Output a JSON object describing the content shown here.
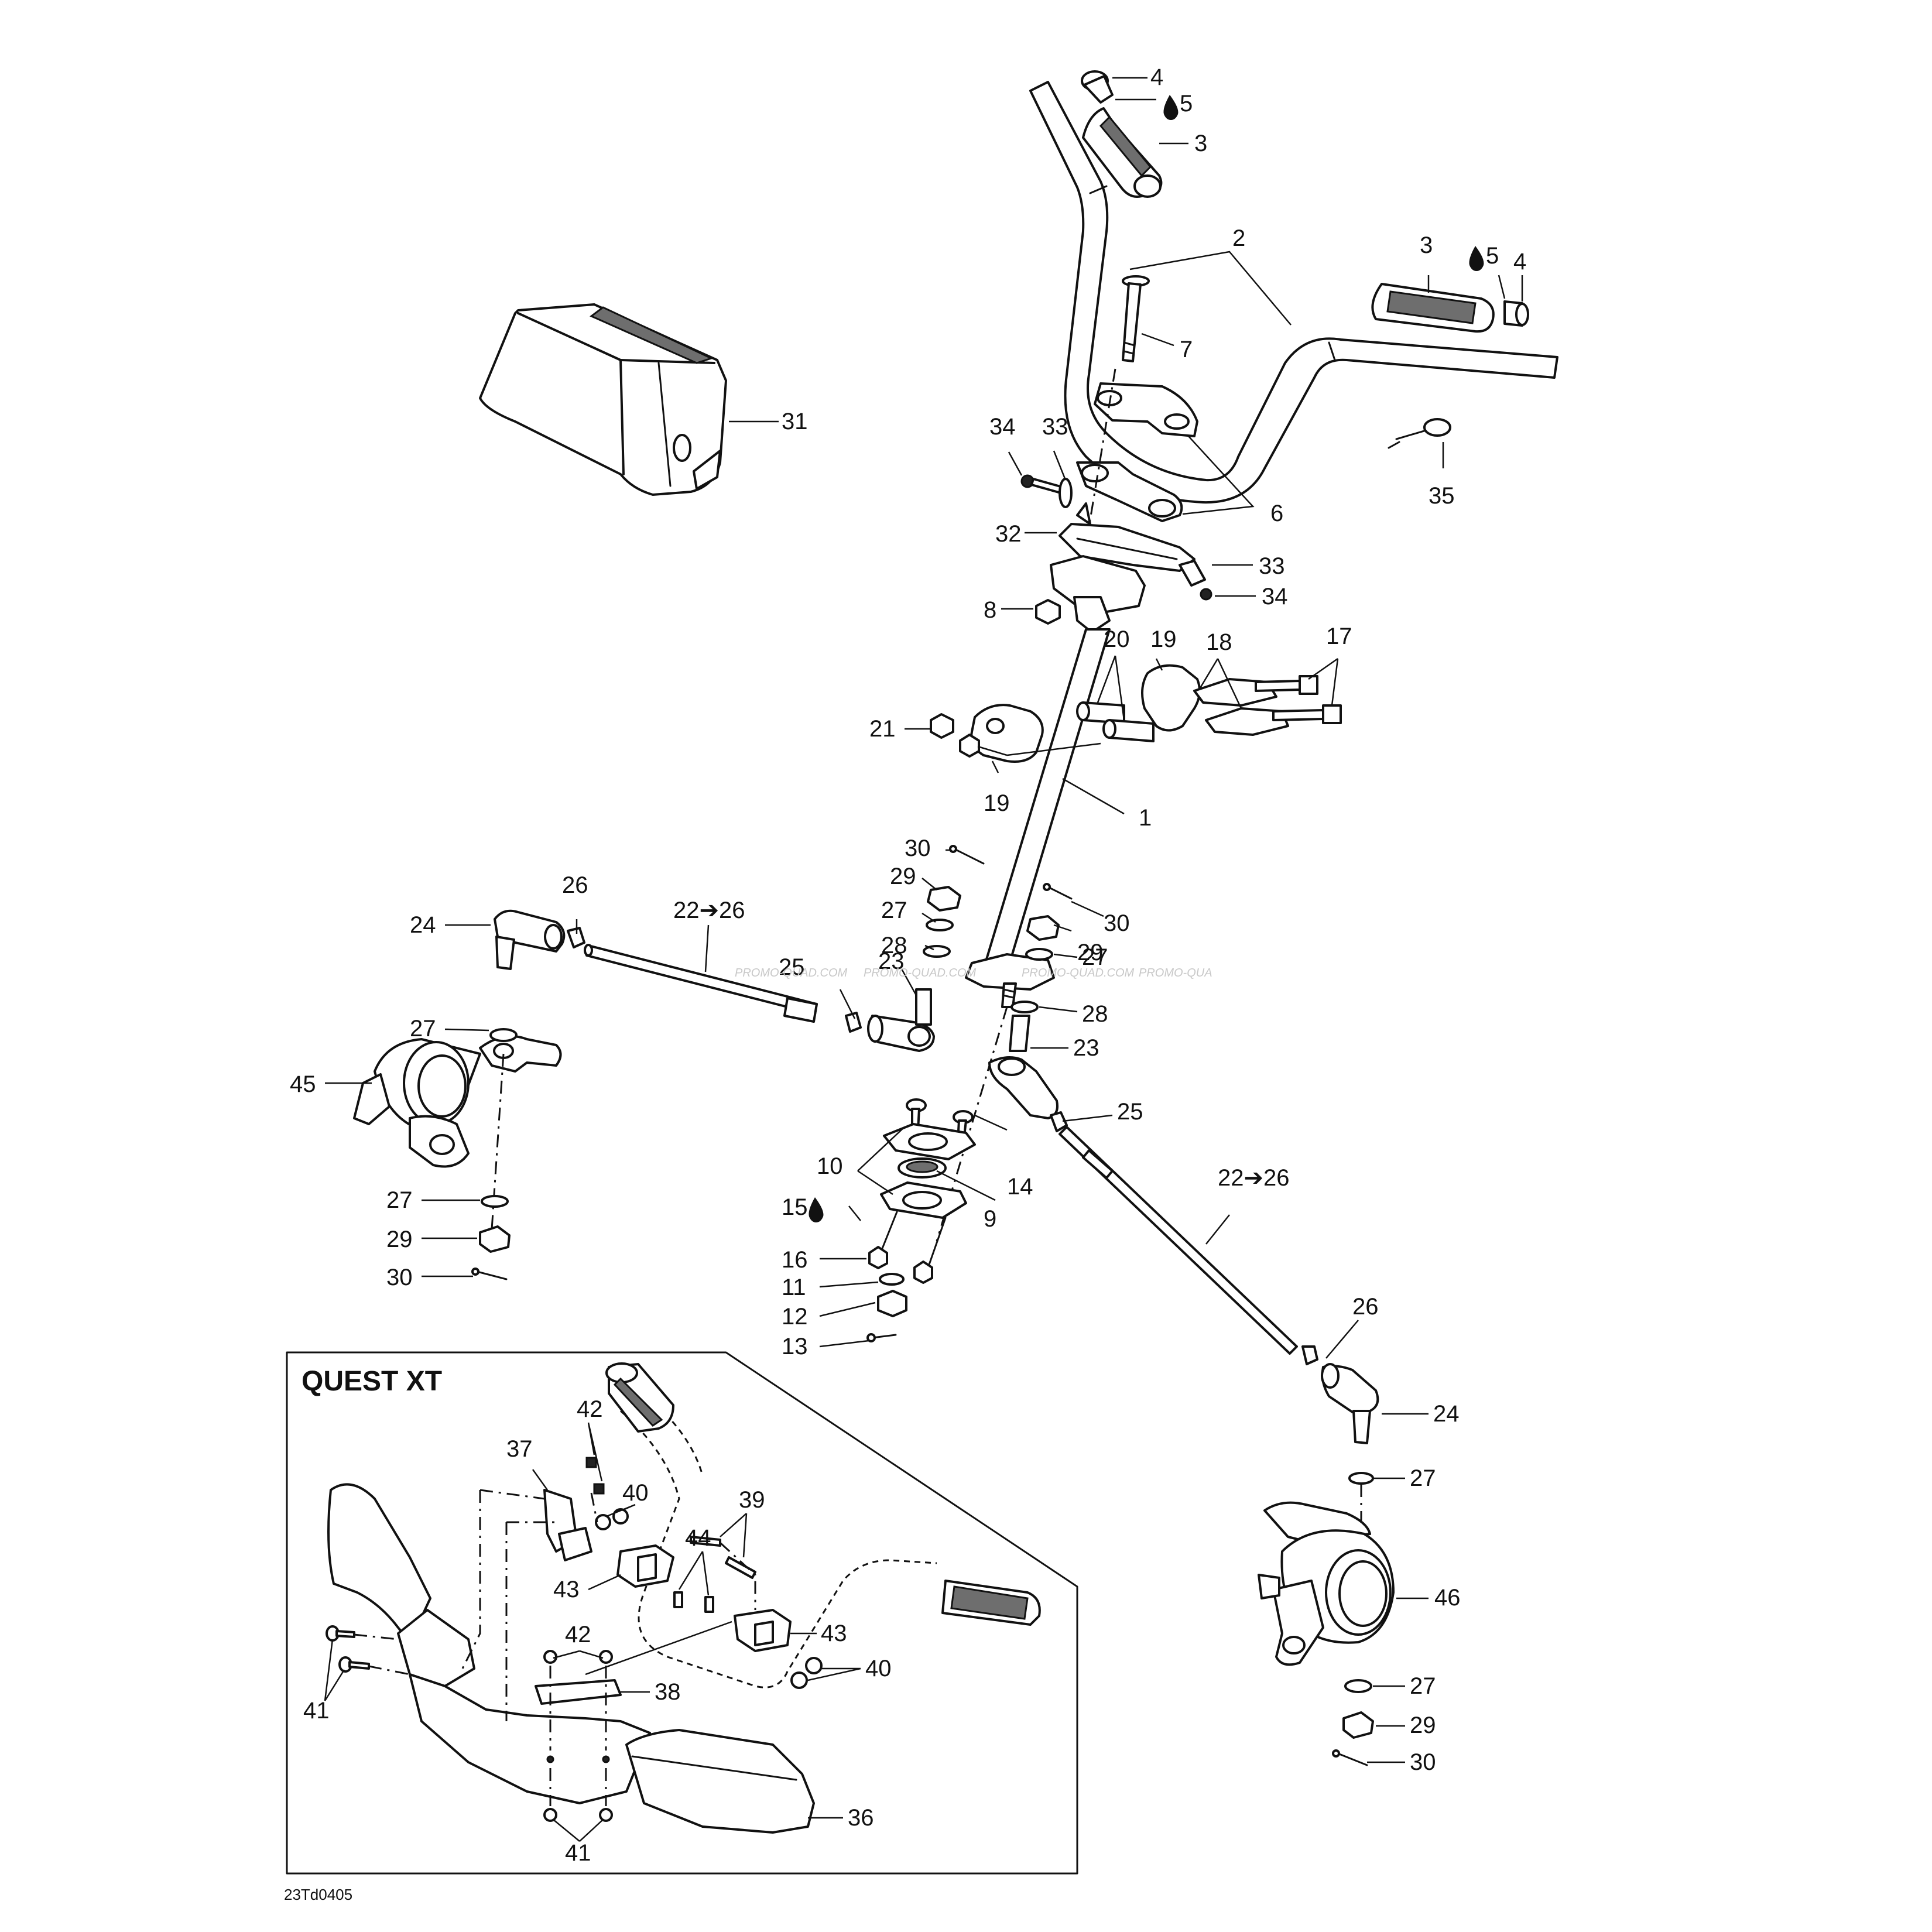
{
  "inset_title": "QUEST XT",
  "diagram_code": "23Td0405",
  "watermarks": [
    "PROMO-QUAD.COM",
    "PROMO-QUAD.COM",
    "PROMO-QUAD.COM",
    "PROMO-QUA"
  ],
  "callouts": [
    {
      "id": "c4a",
      "text": "4"
    },
    {
      "id": "c5a",
      "text": "5"
    },
    {
      "id": "c3a",
      "text": "3"
    },
    {
      "id": "c2",
      "text": "2"
    },
    {
      "id": "c3b",
      "text": "3"
    },
    {
      "id": "c5b",
      "text": "5"
    },
    {
      "id": "c4b",
      "text": "4"
    },
    {
      "id": "c7",
      "text": "7"
    },
    {
      "id": "c31",
      "text": "31"
    },
    {
      "id": "c34a",
      "text": "34"
    },
    {
      "id": "c33a",
      "text": "33"
    },
    {
      "id": "c6",
      "text": "6"
    },
    {
      "id": "c35",
      "text": "35"
    },
    {
      "id": "c32",
      "text": "32"
    },
    {
      "id": "c33b",
      "text": "33"
    },
    {
      "id": "c34b",
      "text": "34"
    },
    {
      "id": "c8",
      "text": "8"
    },
    {
      "id": "c20",
      "text": "20"
    },
    {
      "id": "c19a",
      "text": "19"
    },
    {
      "id": "c18",
      "text": "18"
    },
    {
      "id": "c17",
      "text": "17"
    },
    {
      "id": "c21",
      "text": "21"
    },
    {
      "id": "c19b",
      "text": "19"
    },
    {
      "id": "c1",
      "text": "1"
    },
    {
      "id": "c30a",
      "text": "30"
    },
    {
      "id": "c29a",
      "text": "29"
    },
    {
      "id": "c27a",
      "text": "27"
    },
    {
      "id": "c26a",
      "text": "26"
    },
    {
      "id": "c24a",
      "text": "24"
    },
    {
      "id": "c2226a",
      "text": "22➔26"
    },
    {
      "id": "c30b",
      "text": "30"
    },
    {
      "id": "c28a",
      "text": "28"
    },
    {
      "id": "c29b",
      "text": "29"
    },
    {
      "id": "c25a",
      "text": "25"
    },
    {
      "id": "c23a",
      "text": "23"
    },
    {
      "id": "c27b",
      "text": "27"
    },
    {
      "id": "c27c",
      "text": "27"
    },
    {
      "id": "c28b",
      "text": "28"
    },
    {
      "id": "c23b",
      "text": "23"
    },
    {
      "id": "c45",
      "text": "45"
    },
    {
      "id": "c25b",
      "text": "25"
    },
    {
      "id": "c10",
      "text": "10"
    },
    {
      "id": "c14",
      "text": "14"
    },
    {
      "id": "c2226b",
      "text": "22➔26"
    },
    {
      "id": "c27d",
      "text": "27"
    },
    {
      "id": "c15",
      "text": "15"
    },
    {
      "id": "c9",
      "text": "9"
    },
    {
      "id": "c29c",
      "text": "29"
    },
    {
      "id": "c16",
      "text": "16"
    },
    {
      "id": "c30c",
      "text": "30"
    },
    {
      "id": "c11",
      "text": "11"
    },
    {
      "id": "c12",
      "text": "12"
    },
    {
      "id": "c26b",
      "text": "26"
    },
    {
      "id": "c13",
      "text": "13"
    },
    {
      "id": "c24b",
      "text": "24"
    },
    {
      "id": "c42a",
      "text": "42"
    },
    {
      "id": "c37",
      "text": "37"
    },
    {
      "id": "c40a",
      "text": "40"
    },
    {
      "id": "c27e",
      "text": "27"
    },
    {
      "id": "c39",
      "text": "39"
    },
    {
      "id": "c44",
      "text": "44"
    },
    {
      "id": "c43a",
      "text": "43"
    },
    {
      "id": "c46",
      "text": "46"
    },
    {
      "id": "c42b",
      "text": "42"
    },
    {
      "id": "c43b",
      "text": "43"
    },
    {
      "id": "c40b",
      "text": "40"
    },
    {
      "id": "c27f",
      "text": "27"
    },
    {
      "id": "c41a",
      "text": "41"
    },
    {
      "id": "c38",
      "text": "38"
    },
    {
      "id": "c29d",
      "text": "29"
    },
    {
      "id": "c30d",
      "text": "30"
    },
    {
      "id": "c36",
      "text": "36"
    },
    {
      "id": "c41b",
      "text": "41"
    }
  ]
}
